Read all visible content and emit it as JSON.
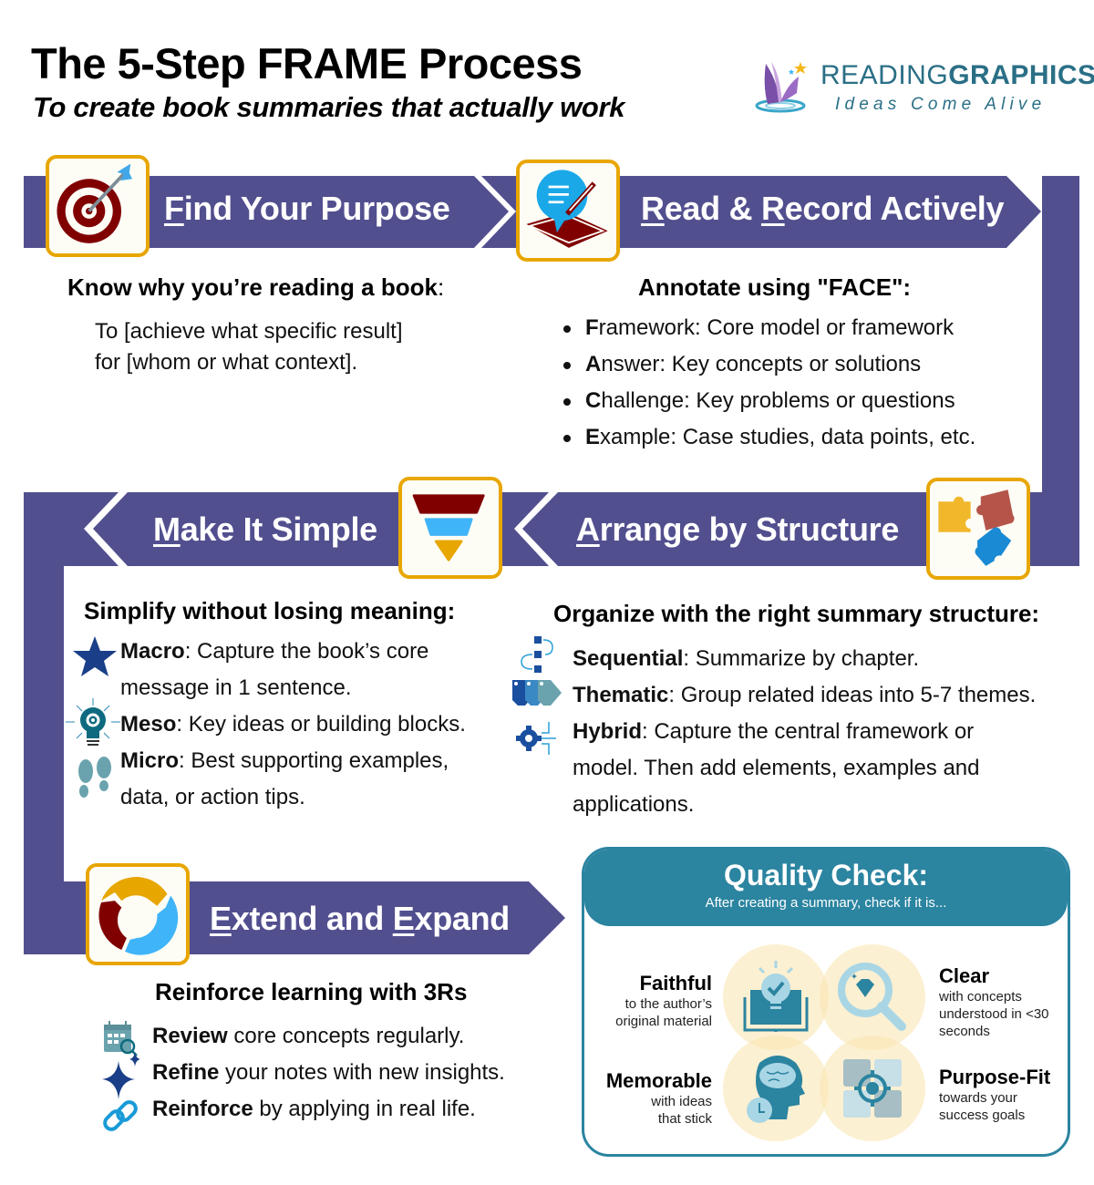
{
  "header": {
    "title": "The 5-Step FRAME Process",
    "subtitle": "To create book summaries that actually work"
  },
  "logo": {
    "name_light": "READING",
    "name_bold": "GRAPHICS",
    "tagline": "Ideas Come Alive",
    "icon": "book-with-stars-icon"
  },
  "colors": {
    "band": "#524f8f",
    "icon_border": "#e8a600",
    "quality_teal": "#2b84a0",
    "maroon": "#800000",
    "sky_blue": "#40b4f8",
    "gold": "#e8a600"
  },
  "steps": [
    {
      "letter": "F",
      "title_rest": "ind Your Purpose",
      "icon": "target-icon",
      "heading": "Know why you’re reading a book",
      "heading_suffix": ":",
      "body": [
        "To [achieve what specific result]",
        "for [whom or what context]."
      ]
    },
    {
      "letter": "R",
      "title_mid": "ead & ",
      "letter2": "R",
      "title_rest": "ecord Actively",
      "icon": "speech-bubble-pen-icon",
      "heading": "Annotate using \"FACE\":",
      "bullets": [
        {
          "bold": "F",
          "text": "ramework: Core model or framework"
        },
        {
          "bold": "A",
          "text": "nswer: Key concepts or solutions"
        },
        {
          "bold": "C",
          "text": "hallenge: Key problems or questions"
        },
        {
          "bold": "E",
          "text": "xample: Case studies, data points, etc."
        }
      ]
    },
    {
      "letter": "A",
      "title_rest": "rrange by Structure",
      "icon": "puzzle-pieces-icon",
      "heading": "Organize with the right summary structure:",
      "items": [
        {
          "bold": "Sequential",
          "text": ": Summarize by chapter.",
          "icon": "sequence-flow-icon"
        },
        {
          "bold": "Thematic",
          "text": ": Group related ideas into 5-7 themes.",
          "icon": "tags-icon"
        },
        {
          "bold": "Hybrid",
          "text": ": Capture the central framework or",
          "cont": [
            "model. Then add elements, examples and",
            "applications."
          ],
          "icon": "gear-circuit-icon"
        }
      ]
    },
    {
      "letter": "M",
      "title_rest": "ake It Simple",
      "icon": "funnel-icon",
      "heading": "Simplify without losing meaning:",
      "items": [
        {
          "bold": "Macro",
          "text": ": Capture the book’s core",
          "cont": "message in 1 sentence.",
          "icon": "star-icon"
        },
        {
          "bold": "Meso",
          "text": ": Key ideas or building blocks.",
          "icon": "lightbulb-gear-icon"
        },
        {
          "bold": "Micro",
          "text": ": Best supporting examples,",
          "cont": "data, or action tips.",
          "icon": "footprints-icon"
        }
      ]
    },
    {
      "letter": "E",
      "title_mid": "xtend and ",
      "letter2": "E",
      "title_rest": "xpand",
      "icon": "cycle-arrows-icon",
      "heading": "Reinforce learning with 3Rs",
      "items": [
        {
          "bold": "Review",
          "text": " core concepts regularly.",
          "icon": "calendar-search-icon"
        },
        {
          "bold": "Refine",
          "text": " your notes with new insights.",
          "icon": "sparkle-icon"
        },
        {
          "bold": "Reinforce",
          "text": " by applying in real life.",
          "icon": "link-refresh-icon"
        }
      ]
    }
  ],
  "quality_check": {
    "title": "Quality Check:",
    "subtitle": "After creating a summary, check if it is...",
    "criteria": [
      {
        "label": "Faithful",
        "desc": [
          "to the author’s",
          "original material"
        ],
        "icon": "book-lightbulb-check-icon"
      },
      {
        "label": "Clear",
        "desc": [
          "with concepts",
          "understood in <30",
          "seconds"
        ],
        "icon": "magnifier-diamond-icon"
      },
      {
        "label": "Memorable",
        "desc": [
          "with ideas",
          "that stick"
        ],
        "icon": "brain-head-clock-icon"
      },
      {
        "label": "Purpose-Fit",
        "desc": [
          "towards your",
          "success goals"
        ],
        "icon": "puzzle-target-icon"
      }
    ]
  }
}
